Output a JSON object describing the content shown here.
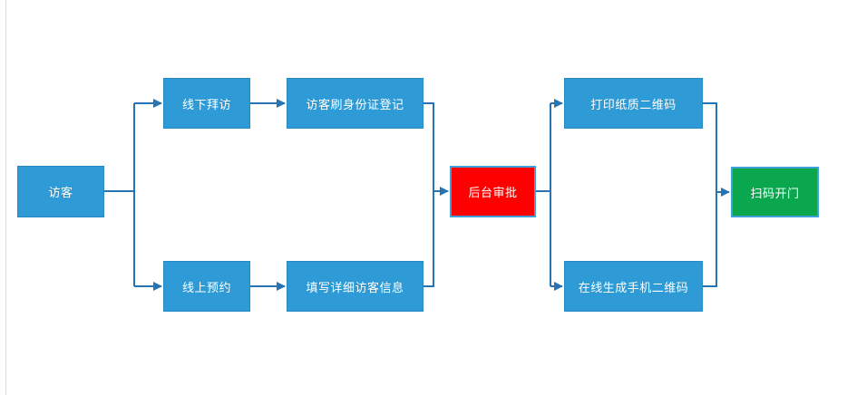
{
  "colors": {
    "node_blue": "#2E9BD6",
    "node_blue_border": "#2789C2",
    "node_red": "#FE0000",
    "node_green": "#0BA74F",
    "accent_border": "#3FA0DA",
    "connector": "#2874B2",
    "canvas_edge": "#DCDCDC",
    "text_color": "#FFFFFF"
  },
  "diagram": {
    "type": "flowchart",
    "nodes": [
      {
        "id": "visitor",
        "label": "访客",
        "shape": "rect",
        "color": "blue"
      },
      {
        "id": "offline-visit",
        "label": "线下拜访",
        "shape": "rect",
        "color": "blue"
      },
      {
        "id": "id-card-register",
        "label": "访客刷身份证登记",
        "shape": "rect",
        "color": "blue"
      },
      {
        "id": "online-reservation",
        "label": "线上预约",
        "shape": "rect",
        "color": "blue"
      },
      {
        "id": "fill-visitor-info",
        "label": "填写详细访客信息",
        "shape": "rect",
        "color": "blue"
      },
      {
        "id": "backend-approval",
        "label": "后台审批",
        "shape": "rect",
        "color": "red"
      },
      {
        "id": "print-paper-qrcode",
        "label": "打印纸质二维码",
        "shape": "rect",
        "color": "blue"
      },
      {
        "id": "generate-mobile-qrcode",
        "label": "在线生成手机二维码",
        "shape": "rect",
        "color": "blue"
      },
      {
        "id": "scan-to-open-door",
        "label": "扫码开门",
        "shape": "rect",
        "color": "green"
      }
    ],
    "edges": [
      {
        "from": "visitor",
        "to": "offline-visit"
      },
      {
        "from": "visitor",
        "to": "online-reservation"
      },
      {
        "from": "offline-visit",
        "to": "id-card-register"
      },
      {
        "from": "online-reservation",
        "to": "fill-visitor-info"
      },
      {
        "from": "id-card-register",
        "to": "backend-approval"
      },
      {
        "from": "fill-visitor-info",
        "to": "backend-approval"
      },
      {
        "from": "backend-approval",
        "to": "print-paper-qrcode"
      },
      {
        "from": "backend-approval",
        "to": "generate-mobile-qrcode"
      },
      {
        "from": "print-paper-qrcode",
        "to": "scan-to-open-door"
      },
      {
        "from": "generate-mobile-qrcode",
        "to": "scan-to-open-door"
      }
    ]
  }
}
